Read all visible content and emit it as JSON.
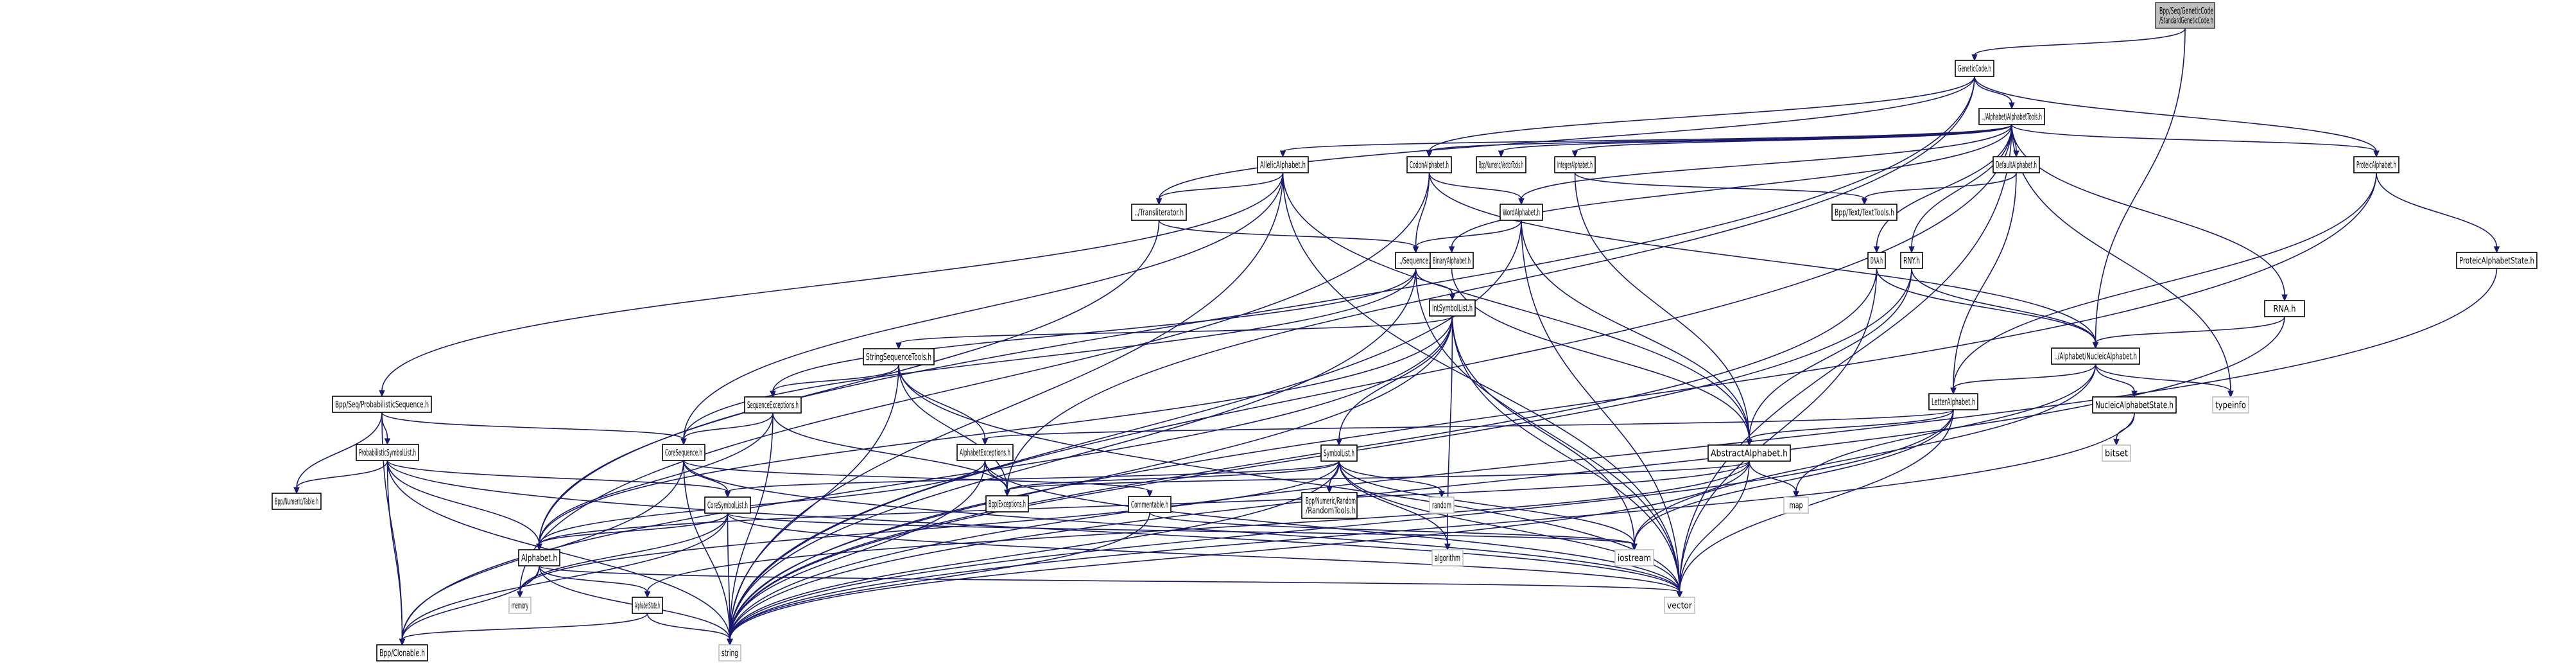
{
  "diagram": {
    "title": "Bpp/Seq/GeneticCode/StandardGeneticCode.h include dependency graph",
    "colors": {
      "edge": "#191970",
      "root_fill": "#bfbfbf",
      "node_border": "#000000",
      "external_border": "#bfbfbf"
    },
    "nodes": [
      {
        "id": "root",
        "label": "Bpp/Seq/GeneticCode\n/StandardGeneticCode.h",
        "kind": "root"
      },
      {
        "id": "geneticcode",
        "label": "GeneticCode.h",
        "kind": "file"
      },
      {
        "id": "alphabettools",
        "label": "../Alphabet/AlphabetTools.h",
        "kind": "file"
      },
      {
        "id": "allelic",
        "label": "AllelicAlphabet.h",
        "kind": "file"
      },
      {
        "id": "codon",
        "label": "CodonAlphabet.h",
        "kind": "file"
      },
      {
        "id": "vectortools",
        "label": "Bpp/Numeric/VectorTools.h",
        "kind": "file"
      },
      {
        "id": "integer",
        "label": "IntegerAlphabet.h",
        "kind": "file"
      },
      {
        "id": "default",
        "label": "DefaultAlphabet.h",
        "kind": "file"
      },
      {
        "id": "proteic",
        "label": "ProteicAlphabet.h",
        "kind": "file"
      },
      {
        "id": "transliterator",
        "label": "../Transliterator.h",
        "kind": "file"
      },
      {
        "id": "word",
        "label": "WordAlphabet.h",
        "kind": "file"
      },
      {
        "id": "texttools",
        "label": "Bpp/Text/TextTools.h",
        "kind": "file"
      },
      {
        "id": "proteicstate",
        "label": "ProteicAlphabetState.h",
        "kind": "file"
      },
      {
        "id": "sequence",
        "label": "../Sequence.h",
        "kind": "file"
      },
      {
        "id": "binary",
        "label": "BinaryAlphabet.h",
        "kind": "file"
      },
      {
        "id": "dna",
        "label": "DNA.h",
        "kind": "file"
      },
      {
        "id": "rny",
        "label": "RNY.h",
        "kind": "file"
      },
      {
        "id": "rna",
        "label": "RNA.h",
        "kind": "file"
      },
      {
        "id": "intsymbollist",
        "label": "IntSymbolList.h",
        "kind": "file"
      },
      {
        "id": "nucleic",
        "label": "../Alphabet/NucleicAlphabet.h",
        "kind": "file"
      },
      {
        "id": "stringseqtools",
        "label": "StringSequenceTools.h",
        "kind": "file"
      },
      {
        "id": "letter",
        "label": "LetterAlphabet.h",
        "kind": "file"
      },
      {
        "id": "nucleicstate",
        "label": "NucleicAlphabetState.h",
        "kind": "file"
      },
      {
        "id": "typeinfo",
        "label": "typeinfo",
        "kind": "external"
      },
      {
        "id": "probseq",
        "label": "Bpp/Seq/ProbabilisticSequence.h",
        "kind": "file"
      },
      {
        "id": "seqexceptions",
        "label": "SequenceExceptions.h",
        "kind": "file"
      },
      {
        "id": "bitset",
        "label": "bitset",
        "kind": "external"
      },
      {
        "id": "probsymlist",
        "label": "ProbabilisticSymbolList.h",
        "kind": "file"
      },
      {
        "id": "coresequence",
        "label": "CoreSequence.h",
        "kind": "file"
      },
      {
        "id": "alphabetexceptions",
        "label": "AlphabetExceptions.h",
        "kind": "file"
      },
      {
        "id": "symbollist",
        "label": "SymbolList.h",
        "kind": "file"
      },
      {
        "id": "abstractalphabet",
        "label": "AbstractAlphabet.h",
        "kind": "file"
      },
      {
        "id": "table",
        "label": "Bpp/Numeric/Table.h",
        "kind": "file"
      },
      {
        "id": "exceptions",
        "label": "Bpp/Exceptions.h",
        "kind": "file"
      },
      {
        "id": "randomtools",
        "label": "Bpp/Numeric/Random\n/RandomTools.h",
        "kind": "file"
      },
      {
        "id": "random",
        "label": "random",
        "kind": "external"
      },
      {
        "id": "map",
        "label": "map",
        "kind": "external"
      },
      {
        "id": "commentable",
        "label": "Commentable.h",
        "kind": "file"
      },
      {
        "id": "coresymbollist",
        "label": "CoreSymbolList.h",
        "kind": "file"
      },
      {
        "id": "alphabet",
        "label": "Alphabet.h",
        "kind": "file"
      },
      {
        "id": "algorithm",
        "label": "algorithm",
        "kind": "external"
      },
      {
        "id": "iostream",
        "label": "iostream",
        "kind": "external"
      },
      {
        "id": "memory",
        "label": "memory",
        "kind": "external"
      },
      {
        "id": "alphabetstate",
        "label": "AlphabetState.h",
        "kind": "file"
      },
      {
        "id": "vector",
        "label": "vector",
        "kind": "external"
      },
      {
        "id": "clonable",
        "label": "Bpp/Clonable.h",
        "kind": "file"
      },
      {
        "id": "string",
        "label": "string",
        "kind": "external"
      }
    ],
    "edges": [
      [
        "root",
        "geneticcode"
      ],
      [
        "root",
        "nucleic"
      ],
      [
        "geneticcode",
        "alphabettools"
      ],
      [
        "geneticcode",
        "codon"
      ],
      [
        "geneticcode",
        "proteic"
      ],
      [
        "geneticcode",
        "transliterator"
      ],
      [
        "geneticcode",
        "exceptions"
      ],
      [
        "geneticcode",
        "alphabet"
      ],
      [
        "alphabettools",
        "allelic"
      ],
      [
        "alphabettools",
        "codon"
      ],
      [
        "alphabettools",
        "vectortools"
      ],
      [
        "alphabettools",
        "integer"
      ],
      [
        "alphabettools",
        "default"
      ],
      [
        "alphabettools",
        "proteic"
      ],
      [
        "alphabettools",
        "word"
      ],
      [
        "alphabettools",
        "binary"
      ],
      [
        "alphabettools",
        "dna"
      ],
      [
        "alphabettools",
        "rny"
      ],
      [
        "alphabettools",
        "rna"
      ],
      [
        "alphabettools",
        "typeinfo"
      ],
      [
        "alphabettools",
        "vector"
      ],
      [
        "alphabettools",
        "string"
      ],
      [
        "allelic",
        "transliterator"
      ],
      [
        "allelic",
        "probseq"
      ],
      [
        "allelic",
        "abstractalphabet"
      ],
      [
        "allelic",
        "string"
      ],
      [
        "allelic",
        "vector"
      ],
      [
        "allelic",
        "coresequence"
      ],
      [
        "codon",
        "word"
      ],
      [
        "codon",
        "nucleic"
      ],
      [
        "codon",
        "sequence"
      ],
      [
        "codon",
        "memory"
      ],
      [
        "integer",
        "texttools"
      ],
      [
        "integer",
        "abstractalphabet"
      ],
      [
        "default",
        "texttools"
      ],
      [
        "default",
        "letter"
      ],
      [
        "proteic",
        "proteicstate"
      ],
      [
        "proteic",
        "letter"
      ],
      [
        "proteic",
        "string"
      ],
      [
        "proteicstate",
        "string"
      ],
      [
        "transliterator",
        "sequence"
      ],
      [
        "transliterator",
        "alphabet"
      ],
      [
        "word",
        "sequence"
      ],
      [
        "word",
        "abstractalphabet"
      ],
      [
        "word",
        "string"
      ],
      [
        "word",
        "vector"
      ],
      [
        "binary",
        "abstractalphabet"
      ],
      [
        "dna",
        "nucleic"
      ],
      [
        "dna",
        "string"
      ],
      [
        "dna",
        "vector"
      ],
      [
        "rny",
        "nucleic"
      ],
      [
        "rny",
        "abstractalphabet"
      ],
      [
        "rny",
        "string"
      ],
      [
        "rna",
        "nucleic"
      ],
      [
        "rna",
        "string"
      ],
      [
        "sequence",
        "intsymbollist"
      ],
      [
        "sequence",
        "seqexceptions"
      ],
      [
        "sequence",
        "coresequence"
      ],
      [
        "sequence",
        "vector"
      ],
      [
        "sequence",
        "string"
      ],
      [
        "intsymbollist",
        "stringseqtools"
      ],
      [
        "intsymbollist",
        "symbollist"
      ],
      [
        "intsymbollist",
        "alphabet"
      ],
      [
        "intsymbollist",
        "clonable"
      ],
      [
        "intsymbollist",
        "algorithm"
      ],
      [
        "intsymbollist",
        "iostream"
      ],
      [
        "intsymbollist",
        "vector"
      ],
      [
        "intsymbollist",
        "string"
      ],
      [
        "stringseqtools",
        "seqexceptions"
      ],
      [
        "stringseqtools",
        "alphabetexceptions"
      ],
      [
        "stringseqtools",
        "exceptions"
      ],
      [
        "stringseqtools",
        "string"
      ],
      [
        "stringseqtools",
        "vector"
      ],
      [
        "nucleic",
        "letter"
      ],
      [
        "nucleic",
        "nucleicstate"
      ],
      [
        "nucleic",
        "typeinfo"
      ],
      [
        "nucleic",
        "map"
      ],
      [
        "nucleic",
        "iostream"
      ],
      [
        "letter",
        "abstractalphabet"
      ],
      [
        "letter",
        "alphabetexceptions"
      ],
      [
        "letter",
        "vector"
      ],
      [
        "letter",
        "string"
      ],
      [
        "letter",
        "iostream"
      ],
      [
        "nucleicstate",
        "bitset"
      ],
      [
        "nucleicstate",
        "string"
      ],
      [
        "probseq",
        "coresequence"
      ],
      [
        "probseq",
        "probsymlist"
      ],
      [
        "probseq",
        "table"
      ],
      [
        "probseq",
        "clonable"
      ],
      [
        "seqexceptions",
        "coresequence"
      ],
      [
        "seqexceptions",
        "exceptions"
      ],
      [
        "seqexceptions",
        "alphabet"
      ],
      [
        "seqexceptions",
        "string"
      ],
      [
        "probsymlist",
        "table"
      ],
      [
        "probsymlist",
        "coresymbollist"
      ],
      [
        "probsymlist",
        "alphabet"
      ],
      [
        "probsymlist",
        "clonable"
      ],
      [
        "probsymlist",
        "vector"
      ],
      [
        "probsymlist",
        "string"
      ],
      [
        "coresequence",
        "coresymbollist"
      ],
      [
        "coresequence",
        "commentable"
      ],
      [
        "coresequence",
        "clonable"
      ],
      [
        "coresequence",
        "string"
      ],
      [
        "coresequence",
        "vector"
      ],
      [
        "alphabetexceptions",
        "exceptions"
      ],
      [
        "alphabetexceptions",
        "alphabet"
      ],
      [
        "alphabetexceptions",
        "string"
      ],
      [
        "alphabetexceptions",
        "vector"
      ],
      [
        "symbollist",
        "coresymbollist"
      ],
      [
        "symbollist",
        "randomtools"
      ],
      [
        "symbollist",
        "random"
      ],
      [
        "symbollist",
        "exceptions"
      ],
      [
        "symbollist",
        "algorithm"
      ],
      [
        "symbollist",
        "iostream"
      ],
      [
        "symbollist",
        "vector"
      ],
      [
        "symbollist",
        "string"
      ],
      [
        "symbollist",
        "memory"
      ],
      [
        "abstractalphabet",
        "alphabet"
      ],
      [
        "abstractalphabet",
        "alphabetstate"
      ],
      [
        "abstractalphabet",
        "exceptions"
      ],
      [
        "abstractalphabet",
        "map"
      ],
      [
        "abstractalphabet",
        "string"
      ],
      [
        "abstractalphabet",
        "vector"
      ],
      [
        "commentable",
        "iostream"
      ],
      [
        "commentable",
        "string"
      ],
      [
        "coresymbollist",
        "alphabet"
      ],
      [
        "coresymbollist",
        "clonable"
      ],
      [
        "coresymbollist",
        "memory"
      ],
      [
        "coresymbollist",
        "iostream"
      ],
      [
        "coresymbollist",
        "vector"
      ],
      [
        "coresymbollist",
        "string"
      ],
      [
        "alphabet",
        "memory"
      ],
      [
        "alphabet",
        "alphabetstate"
      ],
      [
        "alphabet",
        "clonable"
      ],
      [
        "alphabet",
        "string"
      ],
      [
        "alphabet",
        "vector"
      ],
      [
        "alphabetstate",
        "clonable"
      ],
      [
        "alphabetstate",
        "string"
      ]
    ]
  }
}
